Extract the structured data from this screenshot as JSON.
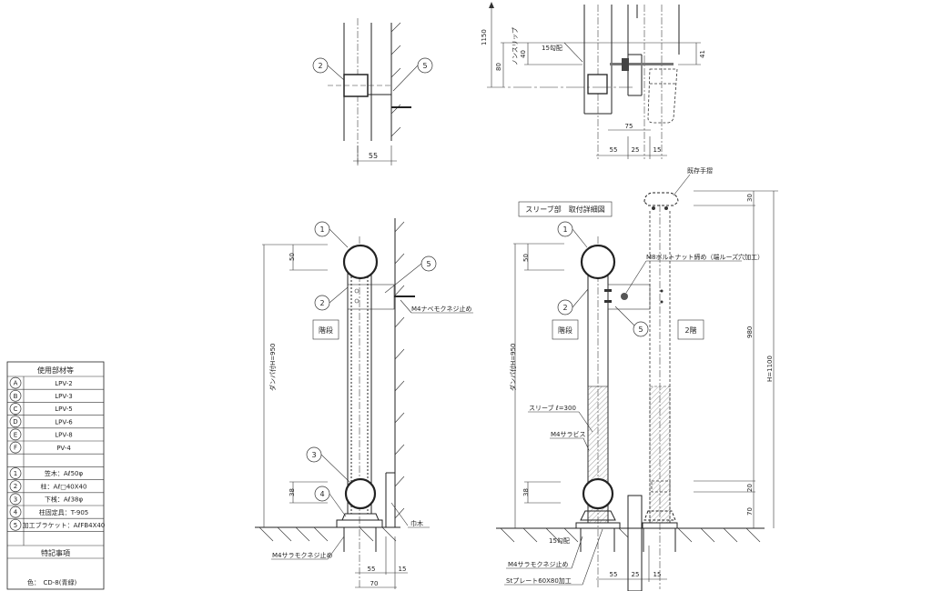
{
  "top_left_detail": {
    "balloon_a": "2",
    "balloon_b": "5",
    "dim_55": "55"
  },
  "top_right_detail": {
    "dim_1150": "1150",
    "dim_80": "80",
    "nonslip": "ノンスリップ",
    "dim_40": "40",
    "slope": "15勾配",
    "dim_41": "41",
    "dim_75": "75",
    "dim_55": "55",
    "dim_25": "25",
    "dim_15": "15"
  },
  "left_elevation": {
    "balloons": [
      "1",
      "2",
      "3",
      "4",
      "5"
    ],
    "dim_50": "50",
    "dim_38": "38",
    "height_label": "ダンパ付H=950",
    "stairs_label": "階段",
    "screw_note": "M4ナベモクネジ止め",
    "baseboard": "巾木",
    "base_screw_note": "M4サラモクネジ止め",
    "dim_55": "55",
    "dim_15": "15",
    "dim_70": "70"
  },
  "right_elevation": {
    "title": "スリーブ部　取付詳細図",
    "existing_handrail": "既存手摺",
    "balloons": [
      "1",
      "2",
      "5"
    ],
    "dim_50": "50",
    "dim_30": "30",
    "dim_980": "980",
    "dim_1100": "H=1100",
    "dim_20": "20",
    "dim_70": "70",
    "dim_38": "38",
    "height_label": "ダンパ付H=950",
    "bolt_note": "M8ボルトナット締め（端ルーズ穴加工）",
    "stairs_label": "階段",
    "floor2_label": "2階",
    "sleeve_note": "スリーブ ℓ=300",
    "screw_note": "M4サラビス",
    "slope": "15勾配",
    "base_screw_note": "M4サラモクネジ止め",
    "plate_note": "Stプレート60X80加工",
    "dim_55": "55",
    "dim_25": "25",
    "dim_15": "15"
  },
  "parts_table": {
    "title": "使用部材等",
    "products": [
      {
        "key": "A",
        "value": "LPV-2"
      },
      {
        "key": "B",
        "value": "LPV-3"
      },
      {
        "key": "C",
        "value": "LPV-5"
      },
      {
        "key": "D",
        "value": "LPV-6"
      },
      {
        "key": "E",
        "value": "LPV-8"
      },
      {
        "key": "F",
        "value": "PV-4"
      }
    ],
    "parts": [
      {
        "key": "1",
        "value": "笠木：Aℓ50φ"
      },
      {
        "key": "2",
        "value": "柱：Aℓ□40X40"
      },
      {
        "key": "3",
        "value": "下桟：Aℓ38φ"
      },
      {
        "key": "4",
        "value": "柱固定具：T-905"
      },
      {
        "key": "5",
        "value": "加工ブラケット：AℓFB4X40"
      }
    ],
    "notes_title": "特記事項",
    "color_note": "色：　CD-8(青緑)"
  }
}
